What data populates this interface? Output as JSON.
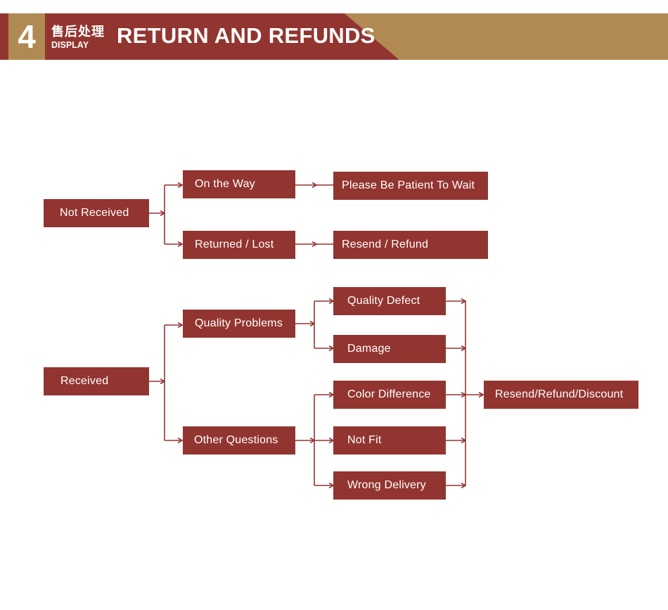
{
  "header": {
    "number": "4",
    "subtitle_cn": "售后处理",
    "subtitle_en": "DISPLAY",
    "title": "RETURN AND REFUNDS"
  },
  "colors": {
    "box": "#923530",
    "header_dark": "#923530",
    "header_gold": "#b08a52",
    "line": "#923530"
  },
  "flow": {
    "not_received": "Not Received",
    "on_the_way": "On the Way",
    "please_wait": "Please Be Patient To Wait",
    "returned_lost": "Returned / Lost",
    "resend_refund": "Resend / Refund",
    "received": "Received",
    "quality_problems": "Quality Problems",
    "other_questions": "Other Questions",
    "quality_defect": "Quality Defect",
    "damage": "Damage",
    "color_difference": "Color Difference",
    "not_fit": "Not Fit",
    "wrong_delivery": "Wrong Delivery",
    "final": "Resend/Refund/Discount"
  }
}
